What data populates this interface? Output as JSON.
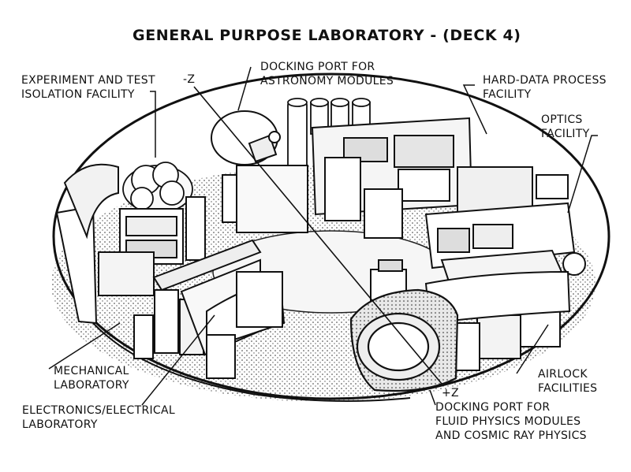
{
  "title": "GENERAL PURPOSE LABORATORY - (DECK 4)",
  "labels": {
    "experiment_isolation": "EXPERIMENT AND TEST\nISOLATION FACILITY",
    "docking_astronomy": "DOCKING PORT FOR\nASTRONOMY MODULES",
    "hard_data": "HARD-DATA PROCESS\nFACILITY",
    "optics": "OPTICS\nFACILITY",
    "minus_z": "-Z",
    "plus_z": "+Z",
    "mechanical": "MECHANICAL\nLABORATORY",
    "electronics": "ELECTRONICS/ELECTRICAL\nLABORATORY",
    "airlock": "AIRLOCK\nFACILITIES",
    "docking_fluid": "DOCKING PORT FOR\nFLUID PHYSICS MODULES\nAND COSMIC RAY PHYSICS"
  }
}
